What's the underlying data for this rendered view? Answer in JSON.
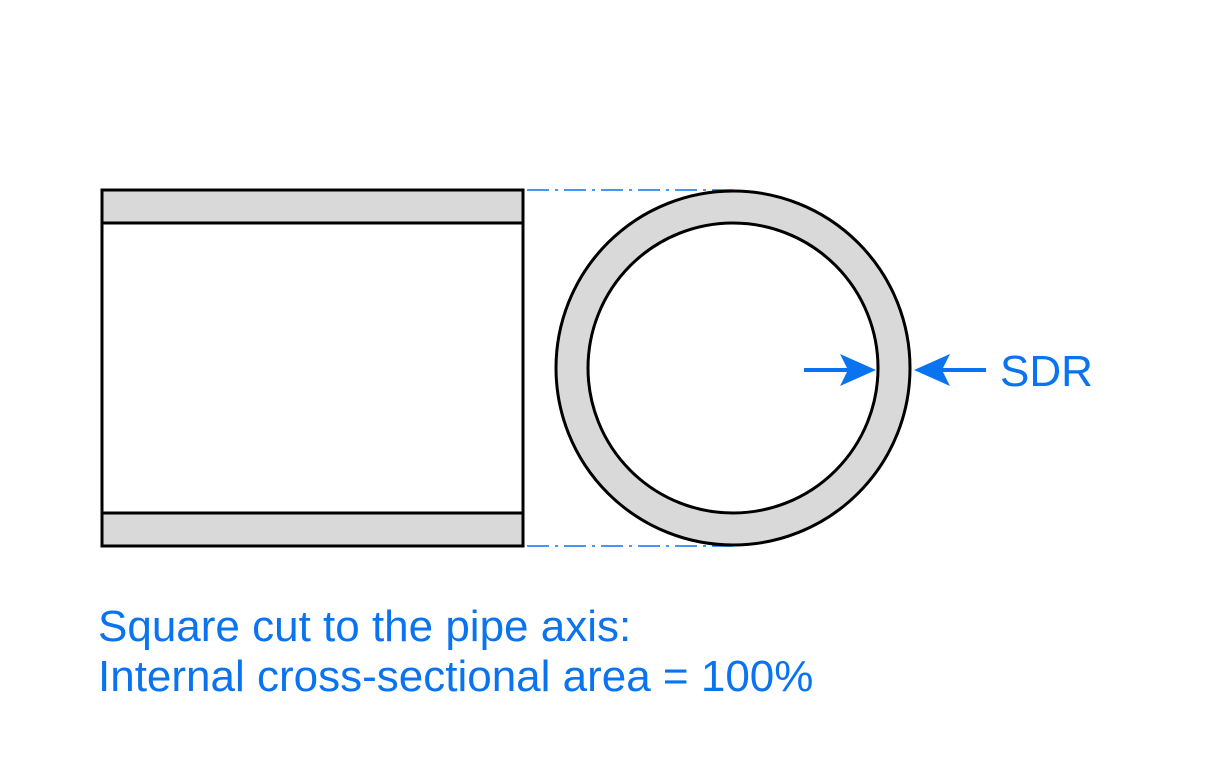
{
  "diagram": {
    "sdr_label": "SDR"
  },
  "caption": {
    "line1": "Square cut to the pipe axis:",
    "line2": "Internal cross-sectional area = 100%"
  },
  "colors": {
    "accent": "#0a74f0",
    "wall_fill": "#d9d9d9",
    "outline": "#000000",
    "background": "#ffffff"
  }
}
